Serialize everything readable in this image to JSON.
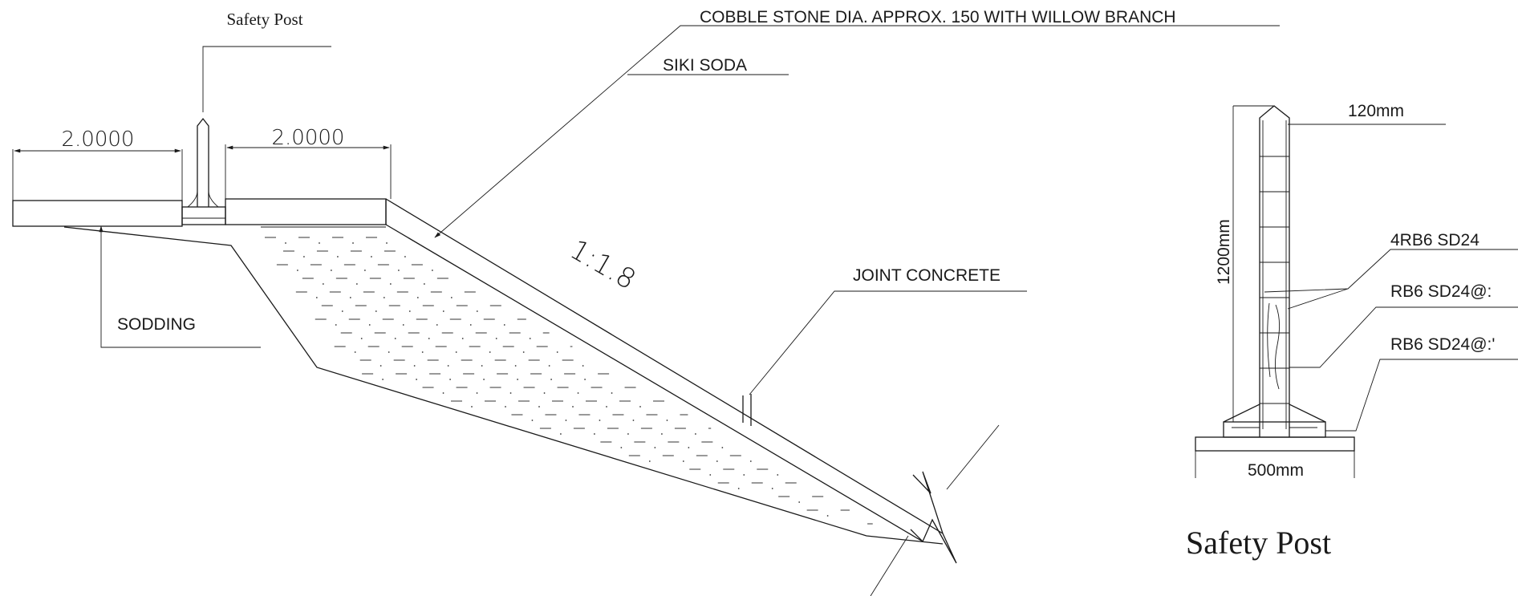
{
  "drawing": {
    "section_labels": {
      "safety_post_callout": "Safety Post",
      "cobble_stone": "COBBLE STONE DIA. APPROX. 150 WITH WILLOW BRANCH",
      "siki_soda": "SIKI SODA",
      "joint_concrete": "JOINT CONCRETE",
      "sodding": "SODDING",
      "slope_ratio": "1:1.8",
      "dim_left": "2.0000",
      "dim_right": "2.0000"
    },
    "detail": {
      "title": "Safety Post",
      "top_width": "120mm",
      "height": "1200mm",
      "base_width": "500mm",
      "rebar_main": "4RB6 SD24",
      "stirrup_1": "RB6 SD24@:",
      "stirrup_2": "RB6 SD24@:'"
    }
  }
}
